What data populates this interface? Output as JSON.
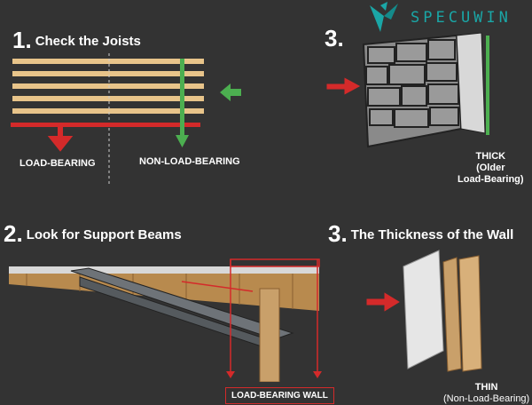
{
  "brand": {
    "name": "SPECUWIN",
    "accent": "#1aa6a6"
  },
  "sections": {
    "joists": {
      "number": "1.",
      "title": "Check the Joists",
      "label_left": "LOAD-BEARING",
      "label_right": "NON-LOAD-BEARING"
    },
    "thick": {
      "number": "3.",
      "label_main": "THICK",
      "label_sub1": "(Older",
      "label_sub2": "Load-Bearing)"
    },
    "beams": {
      "number": "2.",
      "title": "Look for Support Beams",
      "callout": "LOAD-BEARING WALL"
    },
    "thickness": {
      "number": "3.",
      "title": "The Thickness of the Wall",
      "label_main": "THIN",
      "label_sub": "(Non-Load-Bearing)"
    }
  },
  "colors": {
    "red": "#d42a2a",
    "green": "#4caf50",
    "wood": "#e8c48a",
    "bg": "#333333"
  }
}
